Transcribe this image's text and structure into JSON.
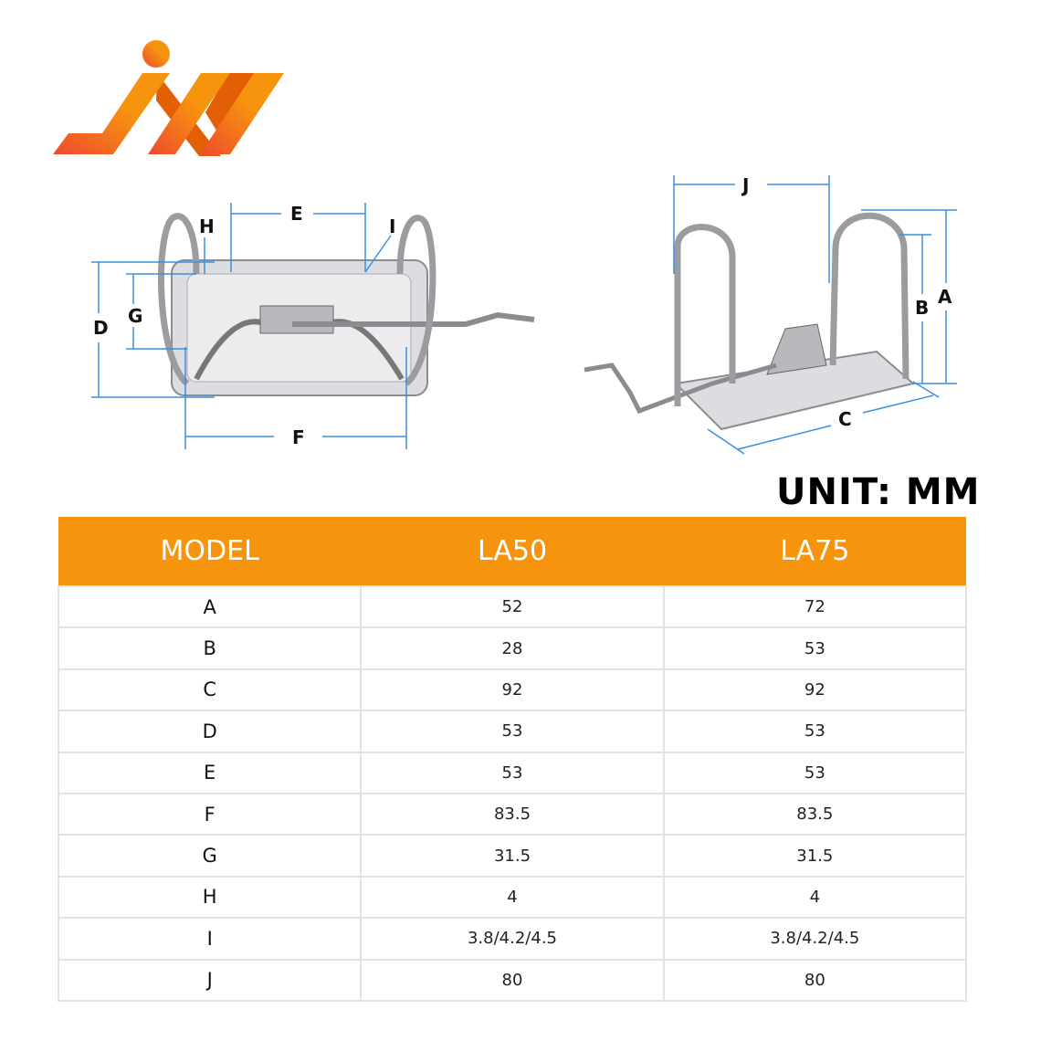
{
  "brand": {
    "logo_text": "JXY",
    "colors": {
      "orange": "#f7940e",
      "red": "#ee4a2f",
      "dim_line": "#3a8fe0"
    }
  },
  "diagram_left": {
    "labels": {
      "E": "E",
      "H": "H",
      "I": "I",
      "D": "D",
      "G": "G",
      "F": "F"
    }
  },
  "diagram_right": {
    "labels": {
      "J": "J",
      "A": "A",
      "B": "B",
      "C": "C"
    }
  },
  "unit_label": "UNIT: MM",
  "table": {
    "headers": [
      "MODEL",
      "LA50",
      "LA75"
    ],
    "rows": [
      [
        "A",
        "52",
        "72"
      ],
      [
        "B",
        "28",
        "53"
      ],
      [
        "C",
        "92",
        "92"
      ],
      [
        "D",
        "53",
        "53"
      ],
      [
        "E",
        "53",
        "53"
      ],
      [
        "F",
        "83.5",
        "83.5"
      ],
      [
        "G",
        "31.5",
        "31.5"
      ],
      [
        "H",
        "4",
        "4"
      ],
      [
        "I",
        "3.8/4.2/4.5",
        "3.8/4.2/4.5"
      ],
      [
        "J",
        "80",
        "80"
      ]
    ]
  }
}
